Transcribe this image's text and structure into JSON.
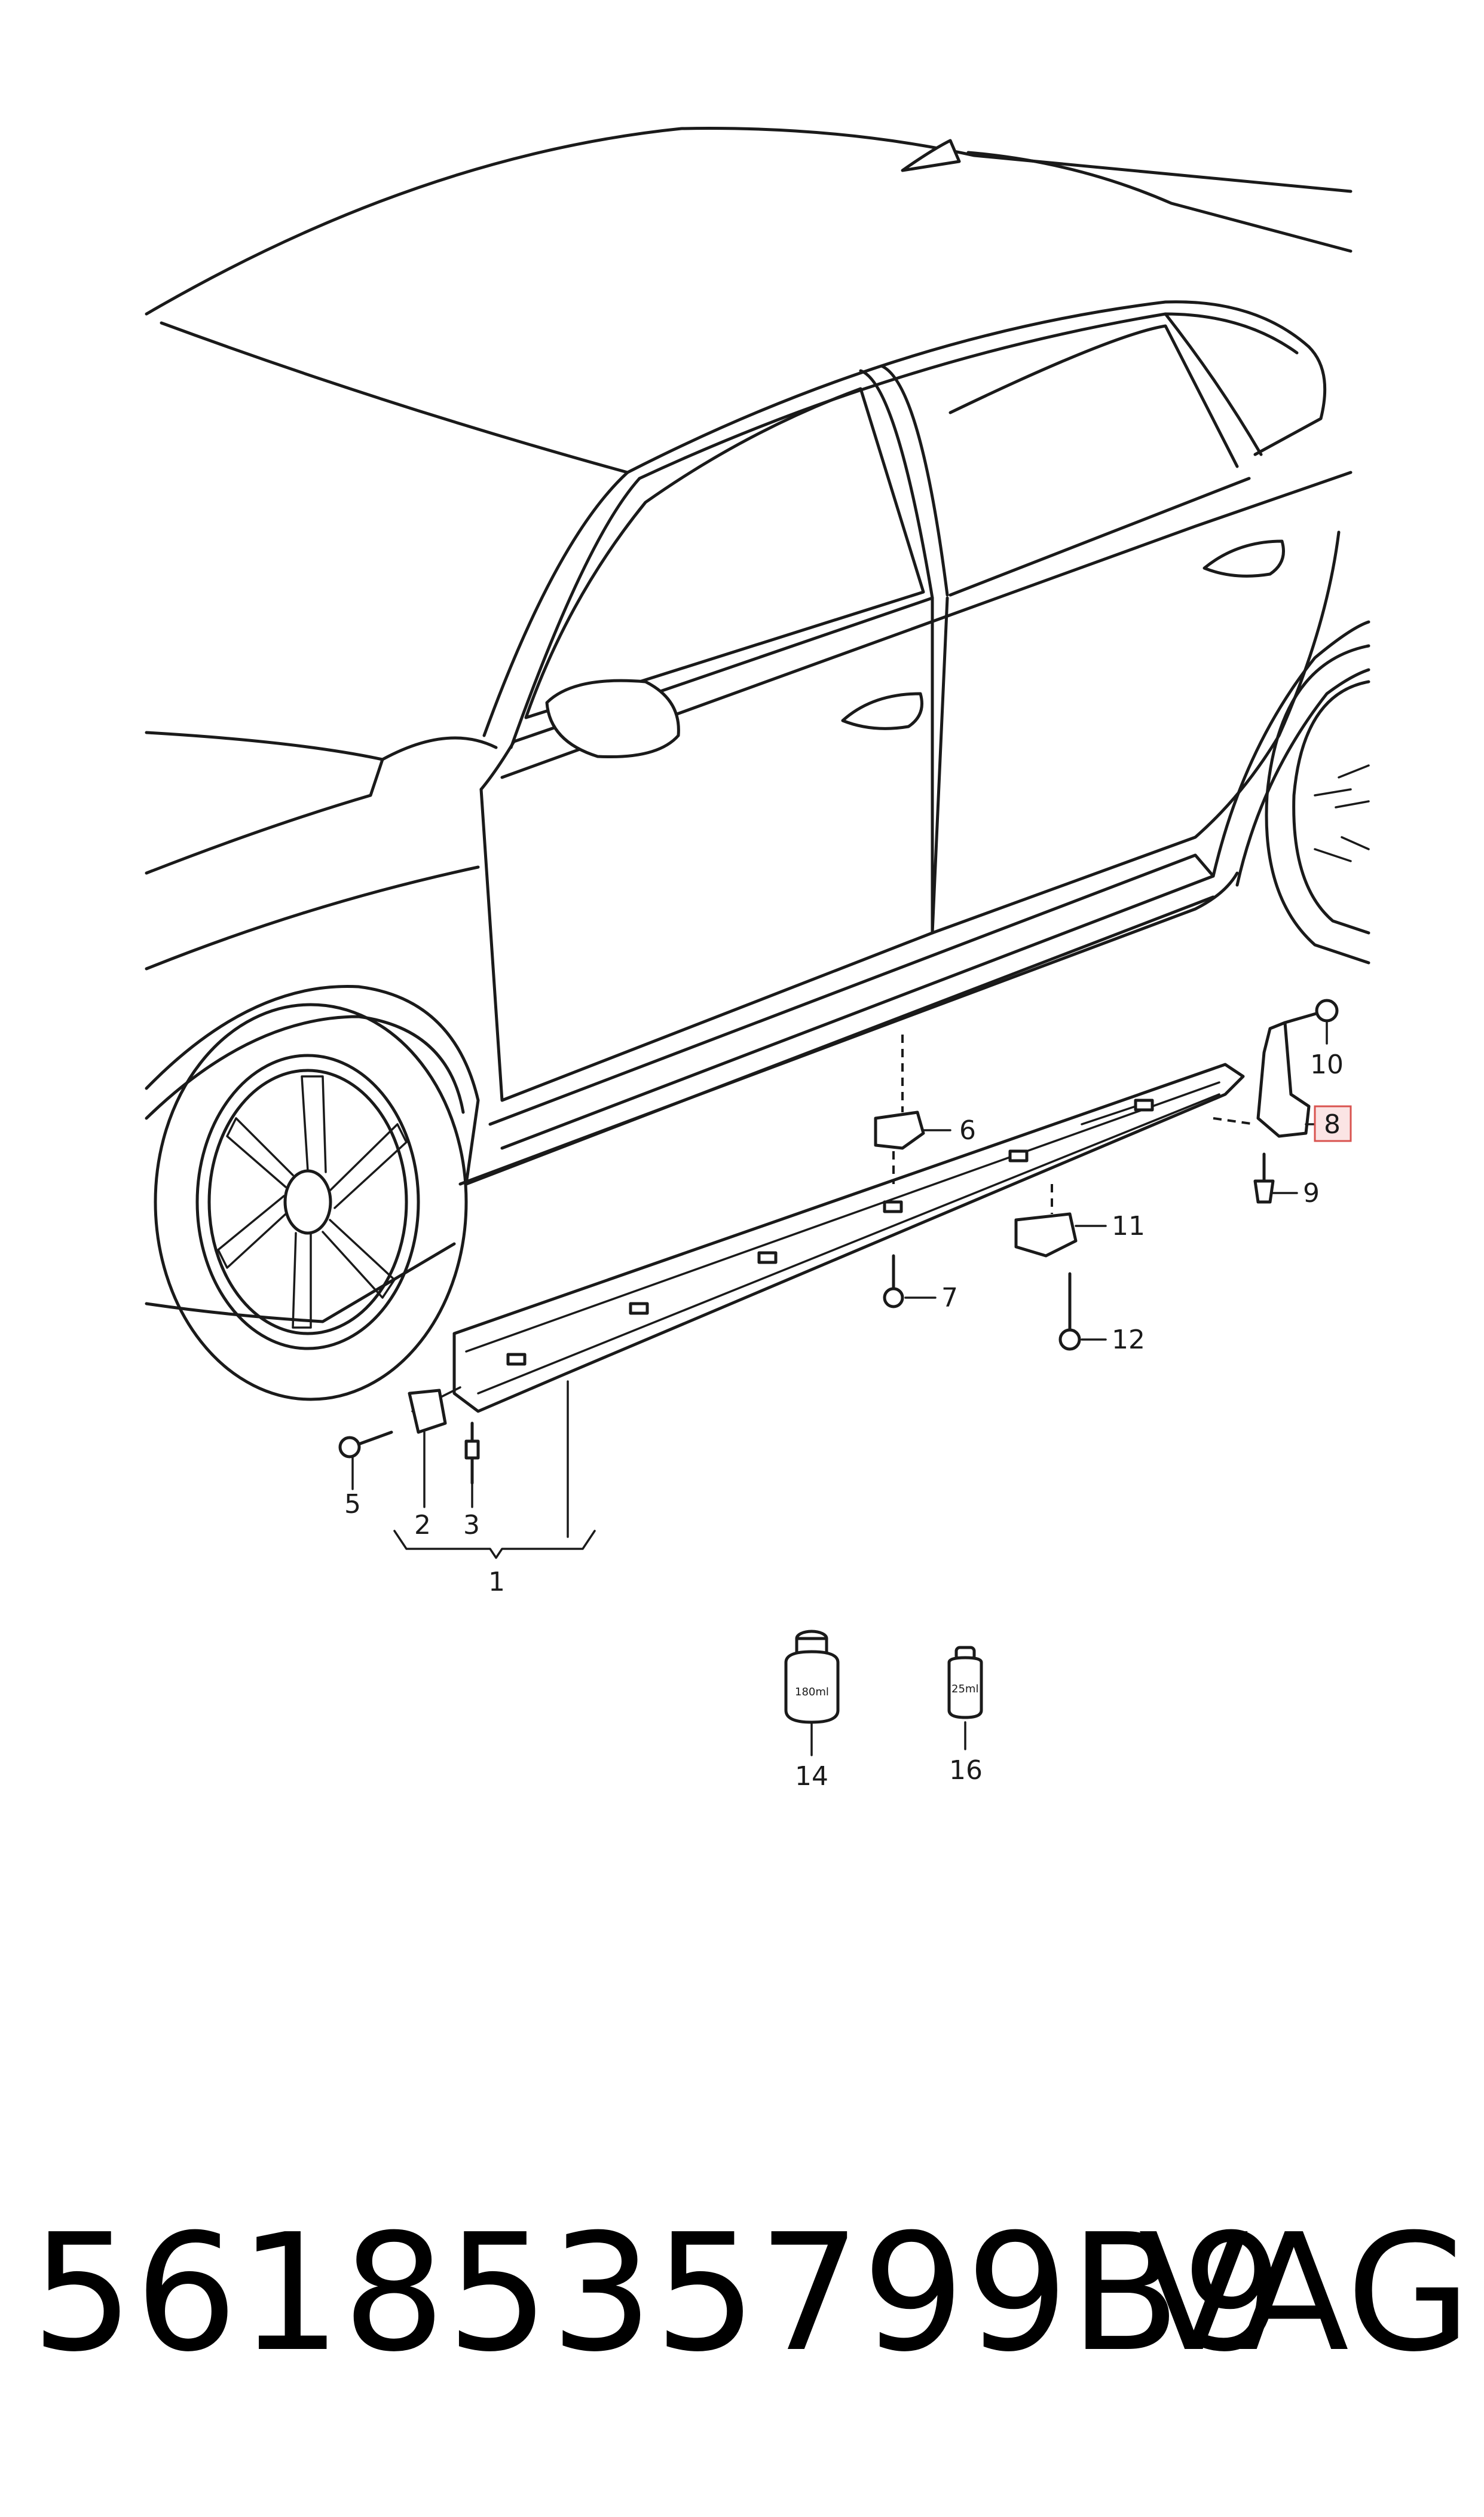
{
  "diagram": {
    "callouts": {
      "c1": "1",
      "c2": "2",
      "c3": "3",
      "c5": "5",
      "c6": "6",
      "c7": "7",
      "c8": "8",
      "c9": "9",
      "c10": "10",
      "c11": "11",
      "c12": "12",
      "c14": "14",
      "c16": "16"
    },
    "container_labels": {
      "bottle_large": "180ml",
      "bottle_small": "25ml"
    },
    "highlight_color": "#d9534f"
  },
  "footer": {
    "part_number": "5618535799B9",
    "brand": "VAG"
  }
}
